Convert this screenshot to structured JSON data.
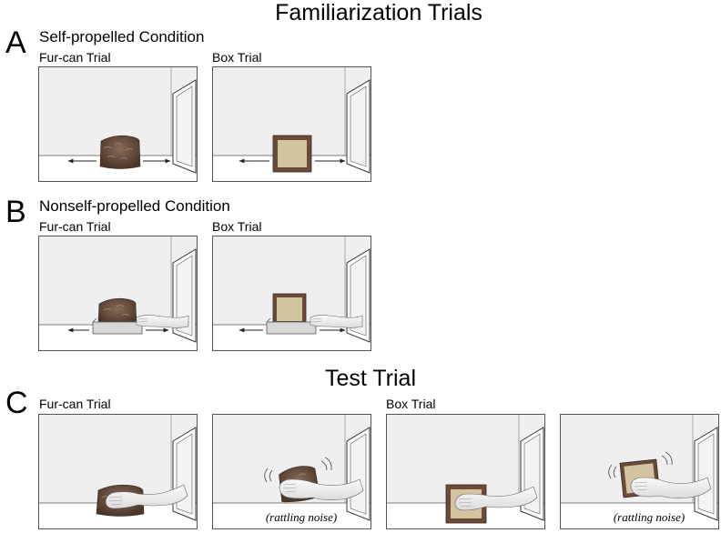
{
  "familiarization": {
    "title": "Familiarization Trials",
    "sections": [
      {
        "letter": "A",
        "condition": "Self-propelled Condition",
        "left_label": "Fur-can Trial",
        "right_label": "Box Trial"
      },
      {
        "letter": "B",
        "condition": "Nonself-propelled Condition",
        "left_label": "Fur-can Trial",
        "right_label": "Box Trial"
      }
    ]
  },
  "test": {
    "title": "Test Trial",
    "letter": "C",
    "left_label": "Fur-can Trial",
    "right_label": "Box Trial",
    "noise_caption": "(rattling noise)"
  },
  "colors": {
    "wall": "#efefef",
    "floor": "#ffffff",
    "fur": "#6e5444",
    "box_frame": "#6b4a3a",
    "box_face": "#d3c4a0",
    "tray": "#d7d7d7",
    "hand": "#f2f2f2"
  }
}
